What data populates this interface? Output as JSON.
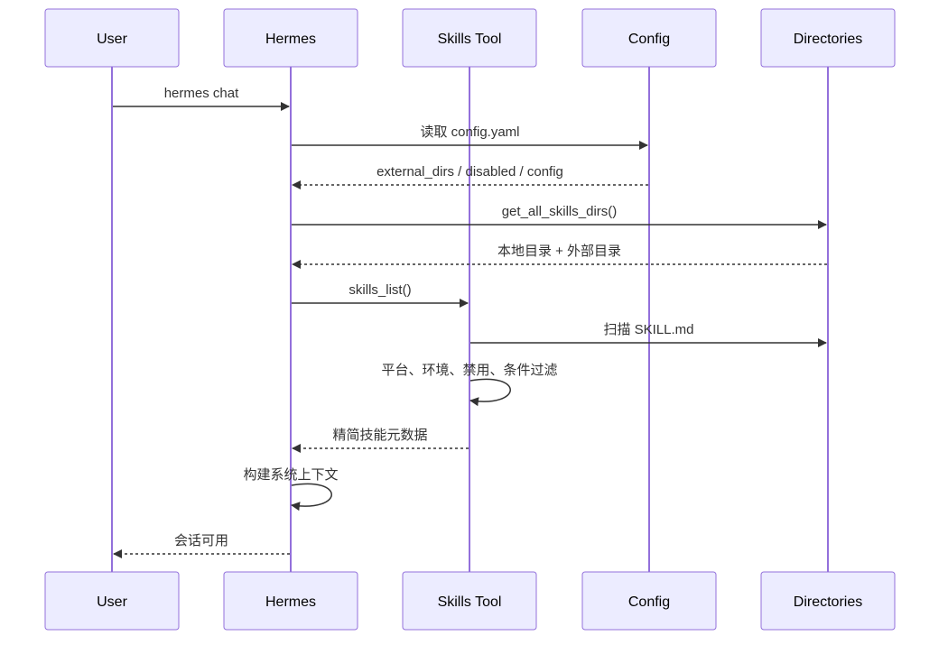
{
  "diagram": {
    "participants": [
      {
        "id": "user",
        "label": "User"
      },
      {
        "id": "hermes",
        "label": "Hermes"
      },
      {
        "id": "skills",
        "label": "Skills Tool"
      },
      {
        "id": "config",
        "label": "Config"
      },
      {
        "id": "dirs",
        "label": "Directories"
      }
    ],
    "messages": [
      {
        "from": "user",
        "to": "hermes",
        "label": "hermes chat",
        "style": "solid"
      },
      {
        "from": "hermes",
        "to": "config",
        "label": "读取 config.yaml",
        "style": "solid"
      },
      {
        "from": "config",
        "to": "hermes",
        "label": "external_dirs / disabled / config",
        "style": "dashed"
      },
      {
        "from": "hermes",
        "to": "dirs",
        "label": "get_all_skills_dirs()",
        "style": "solid"
      },
      {
        "from": "dirs",
        "to": "hermes",
        "label": "本地目录 + 外部目录",
        "style": "dashed"
      },
      {
        "from": "hermes",
        "to": "skills",
        "label": "skills_list()",
        "style": "solid"
      },
      {
        "from": "skills",
        "to": "dirs",
        "label": "扫描 SKILL.md",
        "style": "solid"
      },
      {
        "from": "skills",
        "to": "skills",
        "label": "平台、环境、禁用、条件过滤",
        "style": "solid"
      },
      {
        "from": "skills",
        "to": "hermes",
        "label": "精简技能元数据",
        "style": "dashed"
      },
      {
        "from": "hermes",
        "to": "hermes",
        "label": "构建系统上下文",
        "style": "solid"
      },
      {
        "from": "hermes",
        "to": "user",
        "label": "会话可用",
        "style": "dashed"
      }
    ]
  },
  "colors": {
    "actor_fill": "#ececff",
    "actor_stroke": "#9370db",
    "lifeline": "#9370db",
    "message": "#333333"
  }
}
